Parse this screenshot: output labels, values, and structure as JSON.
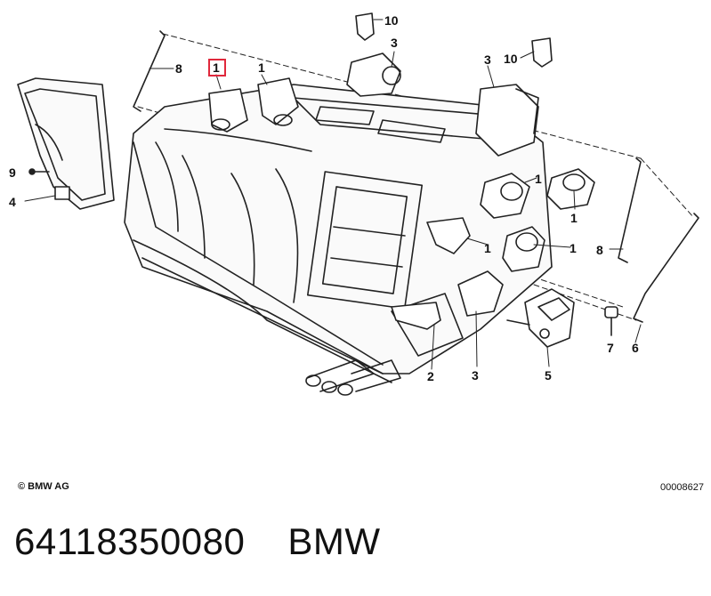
{
  "diagram": {
    "callouts": [
      {
        "id": "c1-highlighted",
        "label": "1",
        "highlighted": true
      },
      {
        "id": "c1-top",
        "label": "1"
      },
      {
        "id": "c1-right-a",
        "label": "1"
      },
      {
        "id": "c1-right-b",
        "label": "1"
      },
      {
        "id": "c1-right-c",
        "label": "1"
      },
      {
        "id": "c2",
        "label": "2"
      },
      {
        "id": "c3-top",
        "label": "3"
      },
      {
        "id": "c3-right",
        "label": "3"
      },
      {
        "id": "c3-bottom",
        "label": "3"
      },
      {
        "id": "c4",
        "label": "4"
      },
      {
        "id": "c5",
        "label": "5"
      },
      {
        "id": "c6",
        "label": "6"
      },
      {
        "id": "c7",
        "label": "7"
      },
      {
        "id": "c8-left",
        "label": "8"
      },
      {
        "id": "c8-right",
        "label": "8"
      },
      {
        "id": "c9",
        "label": "9"
      },
      {
        "id": "c10-top",
        "label": "10"
      },
      {
        "id": "c10-right",
        "label": "10"
      }
    ],
    "highlight_color": "#e0283c"
  },
  "footer": {
    "copyright": "© BMW AG",
    "doc_id": "00008627"
  },
  "caption": {
    "part_number": "64118350080",
    "brand": "BMW"
  }
}
